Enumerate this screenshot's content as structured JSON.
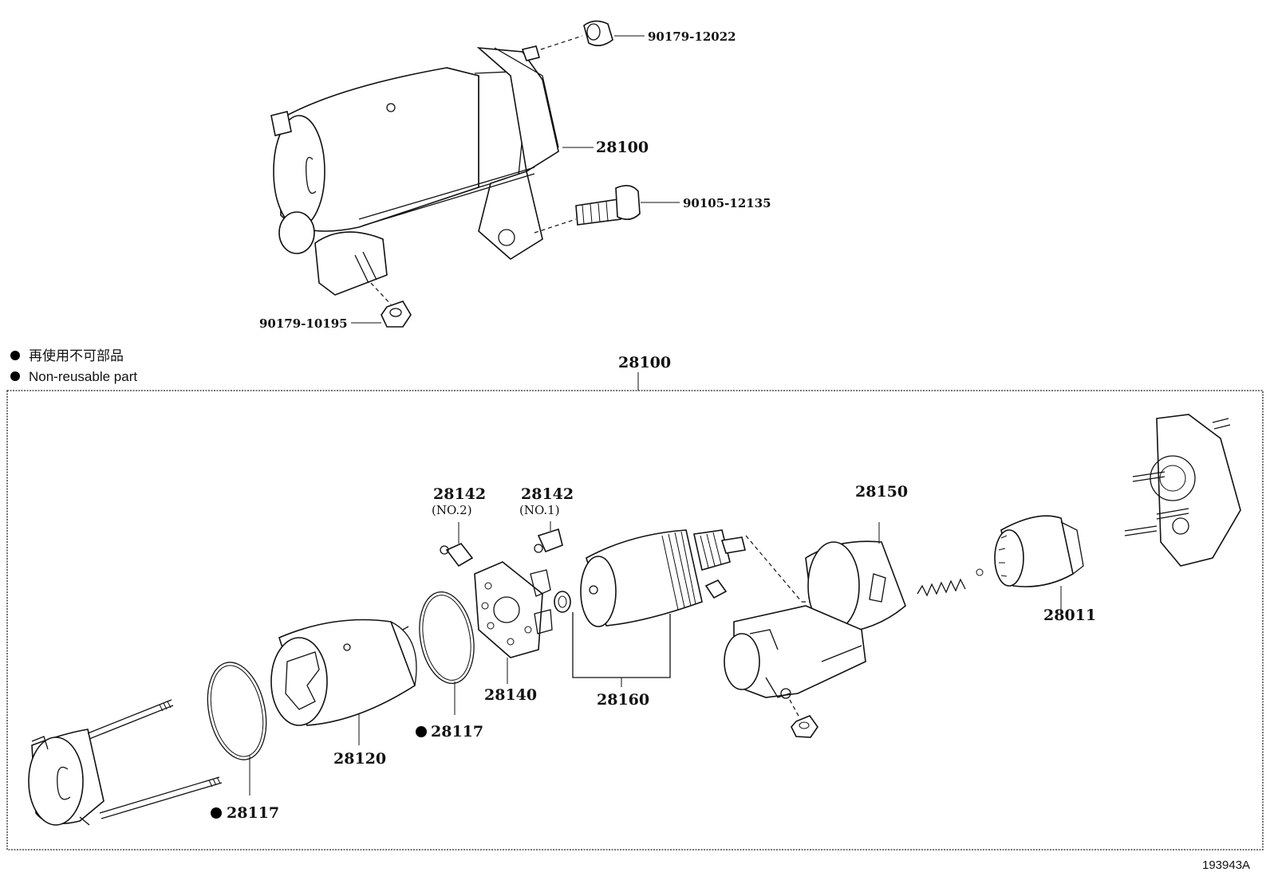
{
  "diagram": {
    "legend": {
      "japanese": "再使用不可部品",
      "english": "Non-reusable part"
    },
    "assembly_label": "28100",
    "top_labels": {
      "starter": "28100",
      "cap_nut": "90179-12022",
      "bolt": "90105-12135",
      "terminal_nut": "90179-10195"
    },
    "exploded_labels": {
      "brush_no2": "28142",
      "brush_no2_sub": "(NO.2)",
      "brush_no1": "28142",
      "brush_no1_sub": "(NO.1)",
      "brush_holder": "28140",
      "armature": "28160",
      "magnetic_switch": "28150",
      "clutch": "28011",
      "yoke": "28120",
      "o_ring_a": "28117",
      "o_ring_b": "28117"
    },
    "illustration_code": "193943A"
  }
}
